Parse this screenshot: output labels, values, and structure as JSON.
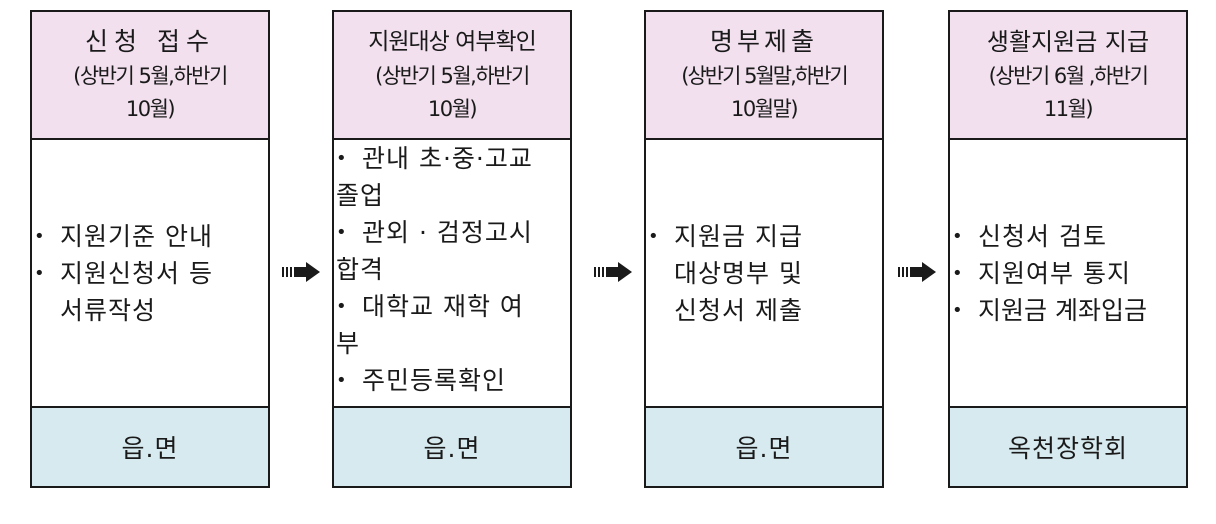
{
  "steps": [
    {
      "title": "신청 접수",
      "sub1": "(상반기 5월,하반기",
      "sub2": "10월)",
      "items": [
        {
          "text": "지원기준 안내"
        },
        {
          "text": "지원신청서 등\n서류작성"
        }
      ],
      "footer": "읍.면"
    },
    {
      "title": "지원대상 여부확인",
      "sub1": "(상반기 5월,하반기",
      "sub2": "10월)",
      "items": [
        {
          "text": "관내 초·중·고교\n졸업"
        },
        {
          "text": "관외 · 검정고시\n합격"
        },
        {
          "text": "대학교 재학 여\n부"
        },
        {
          "text": "주민등록확인"
        }
      ],
      "footer": "읍.면"
    },
    {
      "title": "명부제출",
      "sub1": "(상반기 5월말,하반기",
      "sub2": "10월말)",
      "items": [
        {
          "text": "지원금 지급\n대상명부 및\n신청서 제출"
        }
      ],
      "footer": "읍.면"
    },
    {
      "title": "생활지원금 지급",
      "sub1": "(상반기 6월 ,하반기",
      "sub2": "11월)",
      "items": [
        {
          "text": "신청서 검토"
        },
        {
          "text": "지원여부 통지"
        },
        {
          "text": "지원금 계좌입금"
        }
      ],
      "footer": "옥천장학회"
    }
  ],
  "colors": {
    "header_bg": "#f2e0ef",
    "footer_bg": "#d6eaef",
    "border": "#1a1a1a"
  },
  "icons": {
    "arrow": "striped-right-arrow-icon"
  }
}
